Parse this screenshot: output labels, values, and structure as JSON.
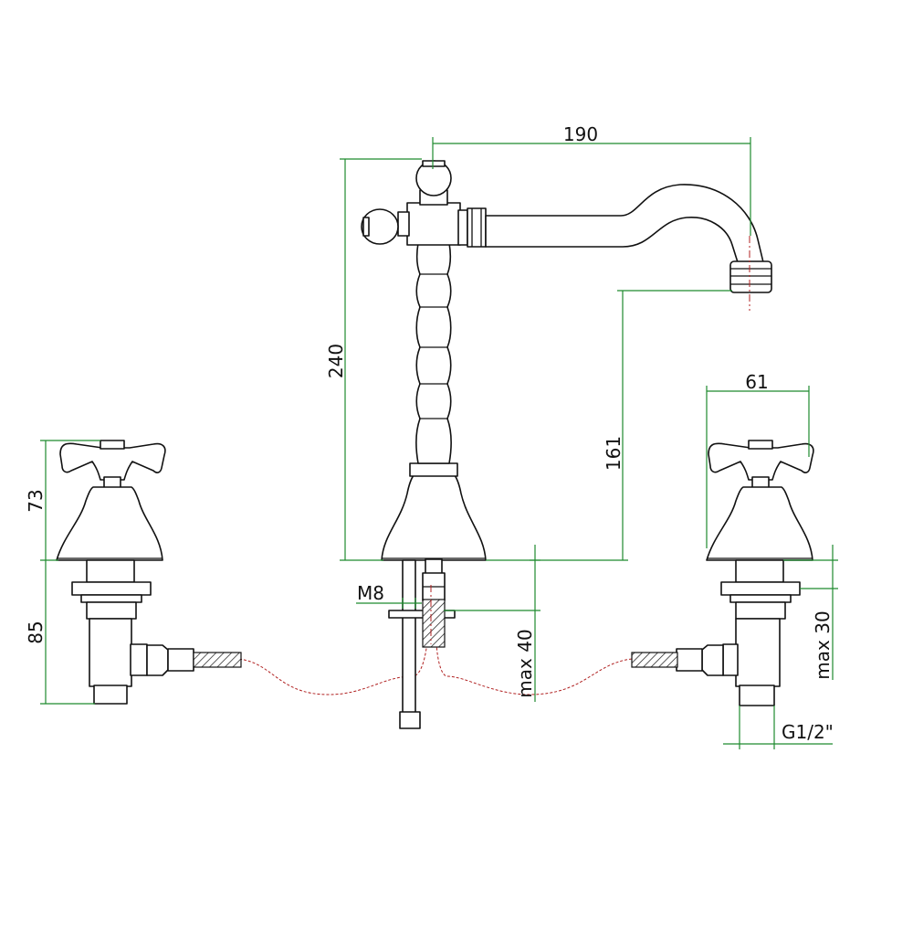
{
  "dimensions": {
    "spout_reach": "190",
    "total_height": "240",
    "outlet_height": "161",
    "handle_width": "61",
    "handle_height": "73",
    "valve_depth": "85",
    "thread_rod": "M8",
    "deck_left": "max 40",
    "deck_right": "max 30",
    "inlet_thread": "G1/2\""
  },
  "colors": {
    "dimension_line": "#1e8a2e",
    "hose_line": "#b02020",
    "outline": "#111111"
  }
}
